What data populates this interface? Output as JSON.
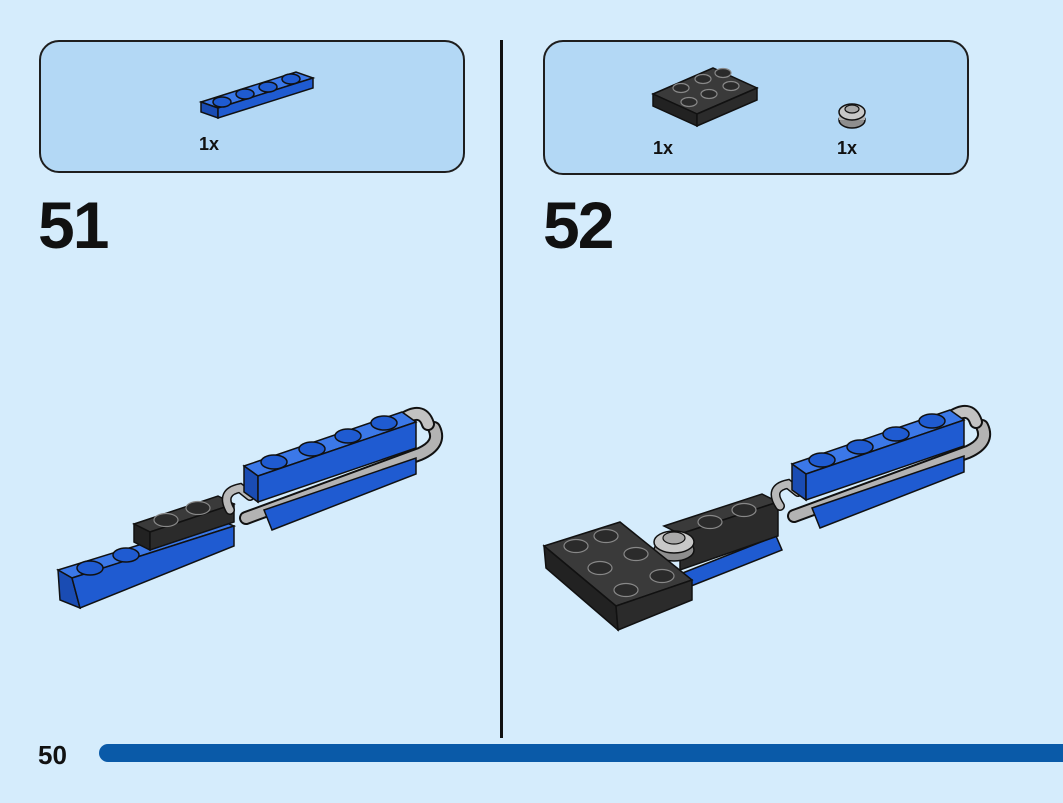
{
  "page": {
    "number": "50"
  },
  "steps": [
    {
      "number": "51",
      "parts": [
        {
          "qty": "1x",
          "icon": "blue-plate-1x4-icon",
          "color": "#1f5bd1"
        }
      ]
    },
    {
      "number": "52",
      "parts": [
        {
          "qty": "1x",
          "icon": "black-plate-2x3-icon",
          "color": "#2b2b2b"
        },
        {
          "qty": "1x",
          "icon": "gray-round-plate-1x1-icon",
          "color": "#a9a9a9"
        }
      ]
    }
  ],
  "colors": {
    "blue": "#1f5bd1",
    "black": "#2b2b2b",
    "gray": "#a9a9a9",
    "bar": "#0a5aa8",
    "background": "#d5ecfc",
    "parts_box": "#b3d8f5"
  }
}
